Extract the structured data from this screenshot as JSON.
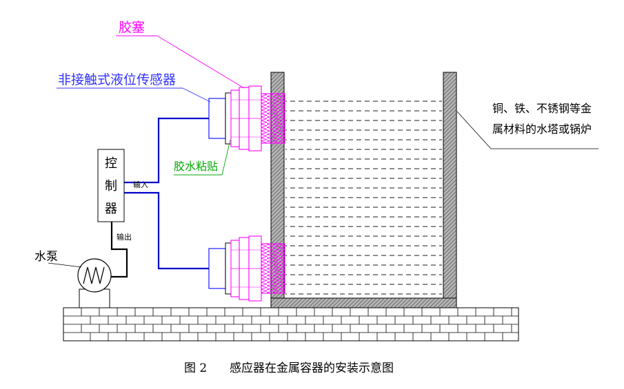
{
  "labels": {
    "plug": "胶塞",
    "sensor": "非接触式液位传感器",
    "glue": "胶水粘贴",
    "controller": [
      "控",
      "制",
      "器"
    ],
    "input": "输入",
    "output": "输出",
    "pump": "水泵",
    "container_line1": "铜、铁、不锈钢等金",
    "container_line2": "属材料的水塔或锅炉"
  },
  "caption": {
    "figure_number": "图 2",
    "title": "感应器在金属容器的安装示意图"
  },
  "colors": {
    "plug": "#ff00ff",
    "sensor_wire": "#0000cc",
    "sensor_label": "#3333ff",
    "glue": "#00aa00",
    "output_wire": "#000000",
    "wall_fill": "#9a9a9a",
    "liquid_dash": "#000000"
  }
}
